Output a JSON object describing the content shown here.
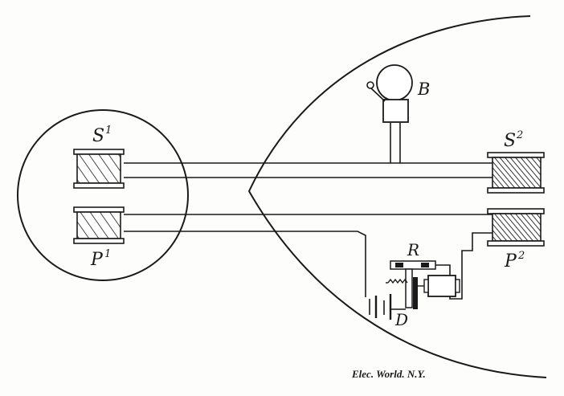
{
  "labels": {
    "s1": "S",
    "s1_sup": "1",
    "p1": "P",
    "p1_sup": "1",
    "s2": "S",
    "s2_sup": "2",
    "p2": "P",
    "p2_sup": "2",
    "bell": "B",
    "relay": "R",
    "battery": "D"
  },
  "credit": "Elec. World. N.Y.",
  "colors": {
    "ink": "#1a1a1a",
    "paper": "#fdfdfb"
  }
}
